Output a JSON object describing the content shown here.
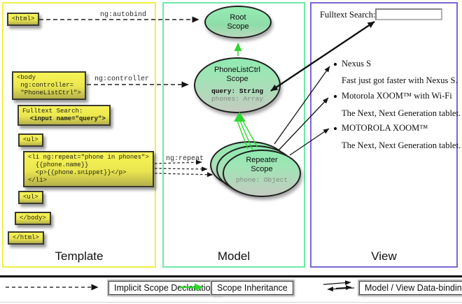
{
  "panels": {
    "template": {
      "title": "Template"
    },
    "model": {
      "title": "Model"
    },
    "view": {
      "title": "View"
    }
  },
  "template": {
    "html_open": "<html>",
    "body_open": "<body\n ng:controller=\n \"PhoneListCtrl\">",
    "fulltext_label": "Fulltext Search:",
    "fulltext_input": "  <input name=\"query\">",
    "ul_open": "<ul>",
    "li_repeat": "<li ng:repeat=\"phone in phones\">\n  {{phone.name}}\n  <p>{{phone.snippet}}</p>\n</li>",
    "ul_close": "<ul>",
    "body_close": "</body>",
    "html_close": "</html>"
  },
  "arrow_labels": {
    "autobind": "ng:autobind",
    "controller": "ng:controller",
    "repeat": "ng:repeat"
  },
  "model": {
    "root_scope_title": "Root\nScope",
    "phonelist_title": "PhoneListCtrl\nScope",
    "phonelist_prop_query": "query: String",
    "phonelist_prop_phones": "phones: Array",
    "repeater_title": "Repeater\nScope",
    "repeater_prop": "phone: Object"
  },
  "view": {
    "search_label": "Fulltext Search:",
    "search_value": "",
    "items": [
      {
        "name": "Nexus S",
        "snippet": "Fast just got faster with Nexus S."
      },
      {
        "name": "Motorola XOOM™ with Wi-Fi",
        "snippet": "The Next, Next Generation tablet."
      },
      {
        "name": "MOTOROLA XOOM™",
        "snippet": "The Next, Next Generation tablet."
      }
    ]
  },
  "legend": {
    "implicit": "Implicit Scope Declaration",
    "inheritance": "Scope Inheritance",
    "databinding": "Model / View Data-binding"
  },
  "colors": {
    "template_border": "#f2ee44",
    "model_border": "#6de9a7",
    "view_border": "#7a67d1",
    "inheritance_green": "#2fd62f",
    "code_box_yellow": "#f4f150",
    "scope_ellipse_green": "#8feab0"
  }
}
